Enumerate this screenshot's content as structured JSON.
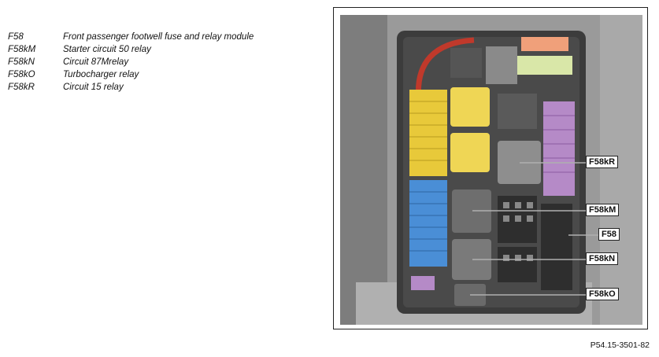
{
  "legend": [
    {
      "code": "F58",
      "description": "Front passenger footwell fuse and relay module"
    },
    {
      "code": "F58kM",
      "description": "Starter circuit 50 relay"
    },
    {
      "code": "F58kN",
      "description": "Circuit 87Mrelay"
    },
    {
      "code": "F58kO",
      "description": "Turbocharger relay"
    },
    {
      "code": "F58kR",
      "description": "Circuit 15 relay"
    }
  ],
  "callouts": {
    "f58kr": "F58kR",
    "f58km": "F58kM",
    "f58": "F58",
    "f58kn": "F58kN",
    "f58ko": "F58kO"
  },
  "figure_id": "P54.15-3501-82",
  "colors": {
    "fuse_yellow": "#e8c93a",
    "fuse_blue": "#4a8ed6",
    "fuse_purple": "#b58ac7",
    "relay_yellow": "#efd655",
    "relay_grey": "#6e6e6e",
    "housing": "#3c3c3c"
  }
}
